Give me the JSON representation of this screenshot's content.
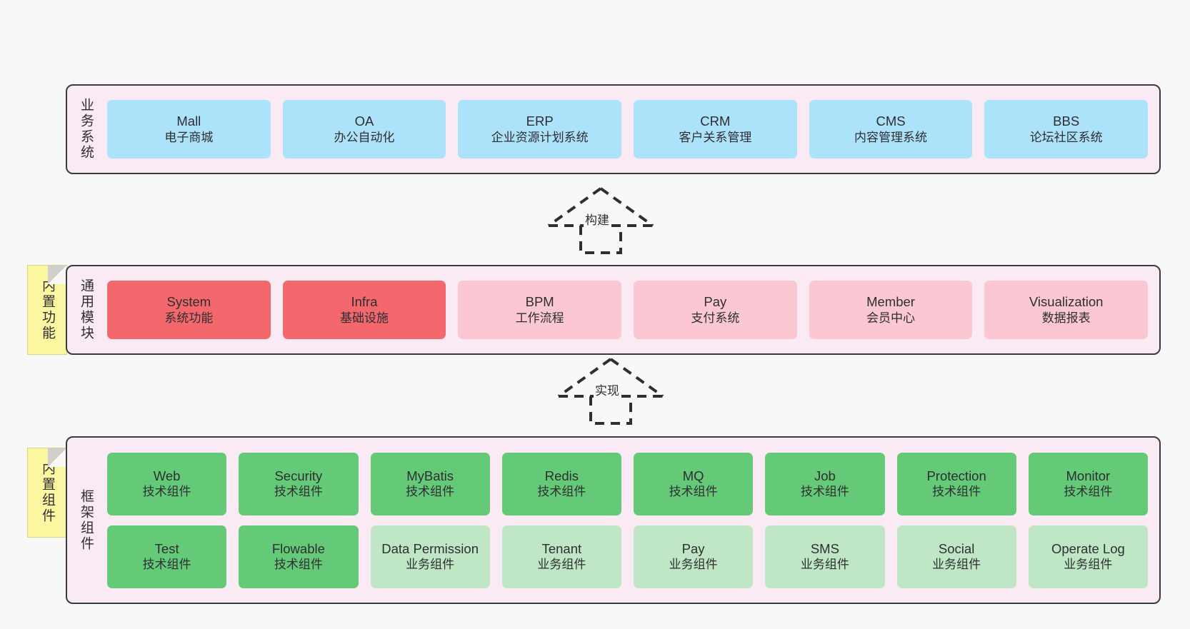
{
  "diagram": {
    "title_present": false,
    "background_color": "#f8f8f8",
    "panel_background": "#f9eaf4",
    "panel_border": "#3a3a40"
  },
  "sticky_notes": [
    {
      "name": "builtin-function",
      "label": "内置功能",
      "color": "#fbf7a0"
    },
    {
      "name": "builtin-component",
      "label": "内置组件",
      "color": "#fbf7a0"
    }
  ],
  "arrows": [
    {
      "name": "build",
      "label": "构建",
      "style": "dashed-generalization",
      "direction": "up"
    },
    {
      "name": "realize",
      "label": "实现",
      "style": "dashed-generalization",
      "direction": "up"
    }
  ],
  "layers": [
    {
      "id": "business",
      "label": "业务系统",
      "rows": [
        {
          "cards": [
            {
              "title": "Mall",
              "subtitle": "电子商城",
              "color": "#ace3fb"
            },
            {
              "title": "OA",
              "subtitle": "办公自动化",
              "color": "#ace3fb"
            },
            {
              "title": "ERP",
              "subtitle": "企业资源计划系统",
              "color": "#ace3fb"
            },
            {
              "title": "CRM",
              "subtitle": "客户关系管理",
              "color": "#ace3fb"
            },
            {
              "title": "CMS",
              "subtitle": "内容管理系统",
              "color": "#ace3fb"
            },
            {
              "title": "BBS",
              "subtitle": "论坛社区系统",
              "color": "#ace3fb"
            }
          ]
        }
      ]
    },
    {
      "id": "modules",
      "label": "通用模块",
      "rows": [
        {
          "cards": [
            {
              "title": "System",
              "subtitle": "系统功能",
              "color": "#f2686c"
            },
            {
              "title": "Infra",
              "subtitle": "基础设施",
              "color": "#f2686c"
            },
            {
              "title": "BPM",
              "subtitle": "工作流程",
              "color": "#fac7d3"
            },
            {
              "title": "Pay",
              "subtitle": "支付系统",
              "color": "#fac7d3"
            },
            {
              "title": "Member",
              "subtitle": "会员中心",
              "color": "#fac7d3"
            },
            {
              "title": "Visualization",
              "subtitle": "数据报表",
              "color": "#fac7d3"
            }
          ]
        }
      ]
    },
    {
      "id": "framework",
      "label": "框架组件",
      "rows": [
        {
          "cards": [
            {
              "title": "Web",
              "subtitle": "技术组件",
              "color": "#64ca78"
            },
            {
              "title": "Security",
              "subtitle": "技术组件",
              "color": "#64ca78"
            },
            {
              "title": "MyBatis",
              "subtitle": "技术组件",
              "color": "#64ca78"
            },
            {
              "title": "Redis",
              "subtitle": "技术组件",
              "color": "#64ca78"
            },
            {
              "title": "MQ",
              "subtitle": "技术组件",
              "color": "#64ca78"
            },
            {
              "title": "Job",
              "subtitle": "技术组件",
              "color": "#64ca78"
            },
            {
              "title": "Protection",
              "subtitle": "技术组件",
              "color": "#64ca78"
            },
            {
              "title": "Monitor",
              "subtitle": "技术组件",
              "color": "#64ca78"
            }
          ]
        },
        {
          "cards": [
            {
              "title": "Test",
              "subtitle": "技术组件",
              "color": "#64ca78"
            },
            {
              "title": "Flowable",
              "subtitle": "技术组件",
              "color": "#64ca78"
            },
            {
              "title": "Data Permission",
              "subtitle": "业务组件",
              "color": "#bfe7c5",
              "wrapped": true
            },
            {
              "title": "Tenant",
              "subtitle": "业务组件",
              "color": "#bfe7c5"
            },
            {
              "title": "Pay",
              "subtitle": "业务组件",
              "color": "#bfe7c5"
            },
            {
              "title": "SMS",
              "subtitle": "业务组件",
              "color": "#bfe7c5"
            },
            {
              "title": "Social",
              "subtitle": "业务组件",
              "color": "#bfe7c5"
            },
            {
              "title": "Operate Log",
              "subtitle": "业务组件",
              "color": "#bfe7c5"
            }
          ]
        }
      ]
    }
  ]
}
